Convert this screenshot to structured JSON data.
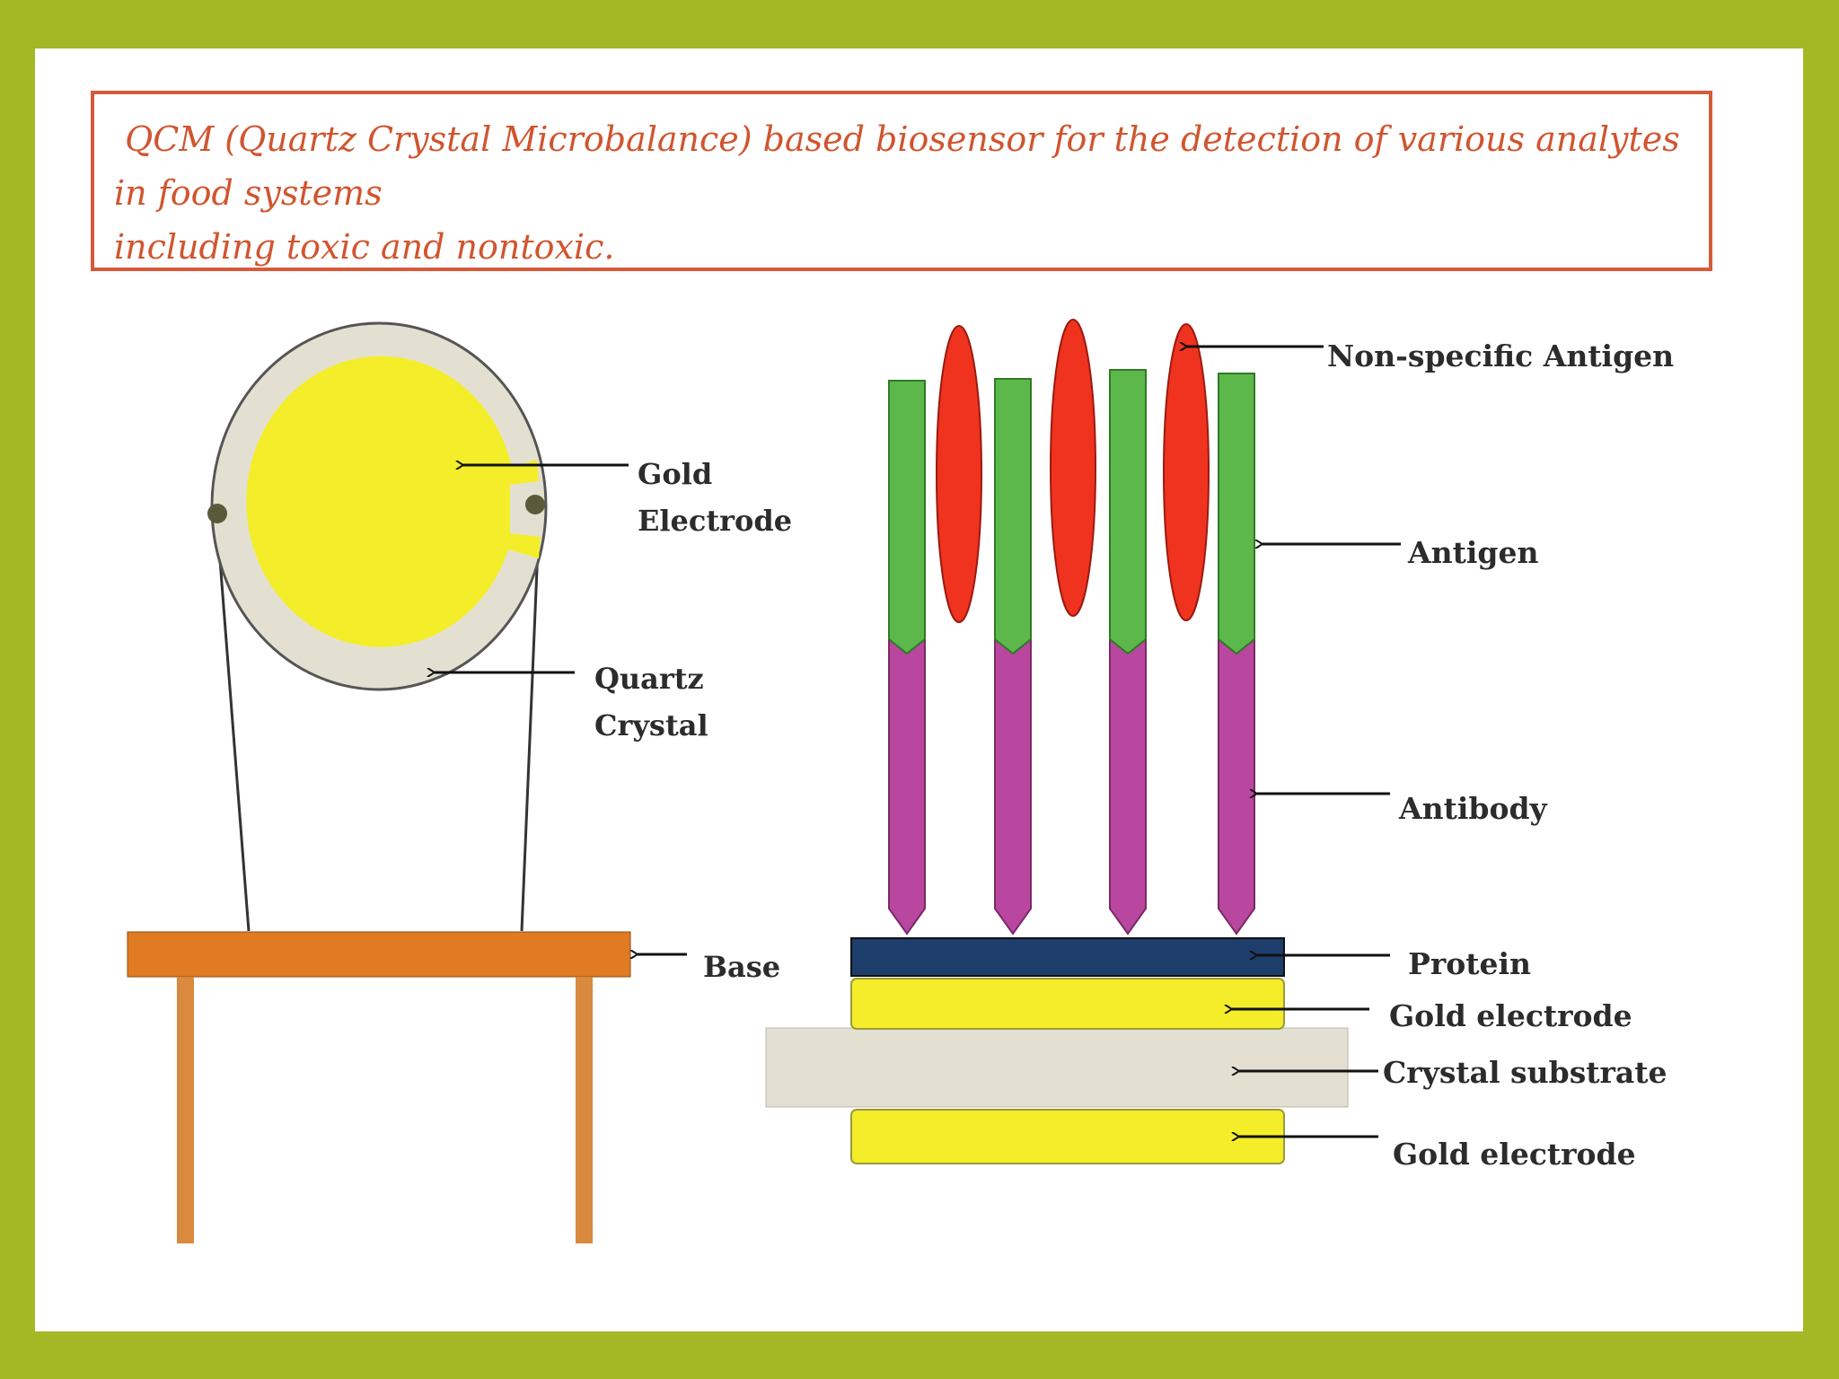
{
  "title": {
    "text": " QCM (Quartz Crystal Microbalance) based biosensor for the detection of various analytes in food systems\nincluding toxic and nontoxic."
  },
  "left_diagram": {
    "labels": {
      "gold_electrode_line1": "Gold",
      "gold_electrode_line2": "Electrode",
      "quartz_crystal_line1": "Quartz",
      "quartz_crystal_line2": "Crystal",
      "base": "Base"
    }
  },
  "right_diagram": {
    "labels": {
      "non_specific_antigen": "Non-specific Antigen",
      "antigen": "Antigen",
      "antibody": "Antibody",
      "protein": "Protein",
      "gold_electrode_top": "Gold electrode",
      "crystal_substrate": "Crystal substrate",
      "gold_electrode_bottom": "Gold electrode"
    }
  },
  "colors": {
    "background": "#a4b826",
    "title": "#d0552f",
    "gold": "#f4ee2a",
    "quartz": "#e3e0d2",
    "antigen_green": "#5cb84a",
    "antibody_purple": "#b9479f",
    "nonspecific_red": "#f0331f",
    "protein_blue": "#1d3d6b",
    "base_orange": "#e07b24",
    "legs_orange": "#d98a3e"
  }
}
